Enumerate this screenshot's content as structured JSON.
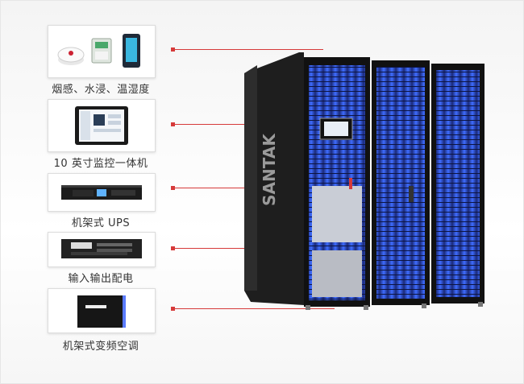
{
  "brand": {
    "name": "SANTAK",
    "accent": "#d63a3a"
  },
  "components": [
    {
      "label": "烟感、水浸、温湿度",
      "icon": "sensor-devices-icon"
    },
    {
      "label": "10 英寸监控一体机",
      "icon": "touch-monitor-icon"
    },
    {
      "label": "机架式 UPS",
      "icon": "rack-ups-icon"
    },
    {
      "label": "输入输出配电",
      "icon": "power-distribution-icon"
    },
    {
      "label": "机架式变频空调",
      "icon": "rack-air-conditioner-icon"
    }
  ]
}
